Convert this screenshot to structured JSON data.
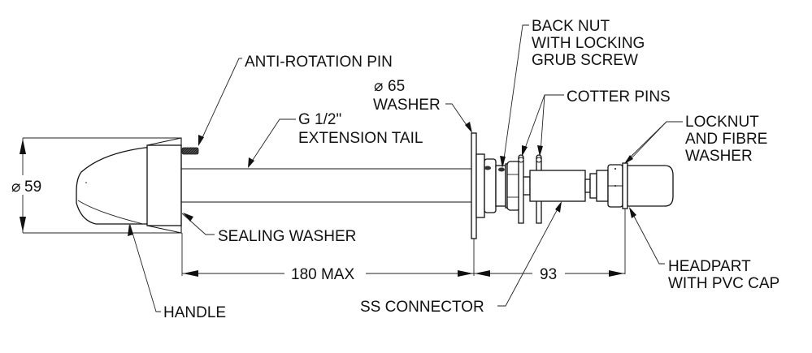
{
  "drawing": {
    "type": "technical assembly drawing",
    "subject": "extension tail tap assembly"
  },
  "labels": {
    "anti_rotation_pin": "ANTI-ROTATION PIN",
    "washer_dia": "⌀ 65",
    "washer_dia_symbol": "⌀",
    "washer_dia_value": "65",
    "washer": "WASHER",
    "extension_tail_line1": "G 1/2\"",
    "extension_tail_line2": "EXTENSION TAIL",
    "back_nut_line1": "BACK NUT",
    "back_nut_line2": "WITH LOCKING",
    "back_nut_line3": "GRUB SCREW",
    "cotter_pins": "COTTER PINS",
    "locknut_line1": "LOCKNUT",
    "locknut_line2": "AND FIBRE",
    "locknut_line3": "WASHER",
    "sealing_washer": "SEALING WASHER",
    "handle": "HANDLE",
    "ss_connector": "SS CONNECTOR",
    "headpart_line1": "HEADPART",
    "headpart_line2": "WITH PVC CAP"
  },
  "dimensions": {
    "handle_diameter_symbol": "⌀",
    "handle_diameter_value": "59",
    "tail_length": "180 MAX",
    "head_length": "93"
  }
}
